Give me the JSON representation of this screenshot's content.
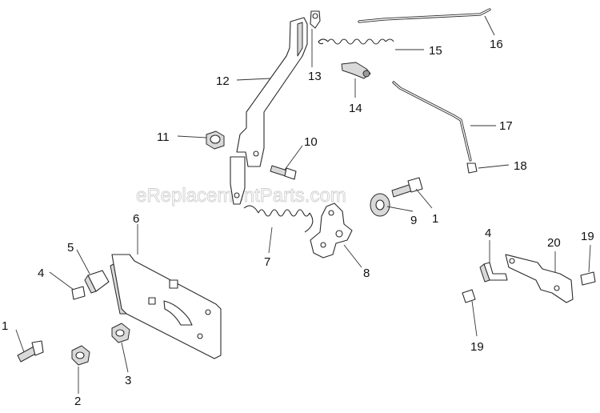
{
  "diagram": {
    "watermark": "eReplacementParts.com",
    "callouts": [
      "1",
      "2",
      "3",
      "4",
      "5",
      "6",
      "7",
      "8",
      "9",
      "10",
      "11",
      "12",
      "13",
      "14",
      "15",
      "16",
      "17",
      "18",
      "1",
      "19",
      "4",
      "20",
      "19"
    ],
    "parts": [
      "bolt",
      "nut",
      "nut",
      "bolt",
      "bracket",
      "mounting-plate",
      "spring",
      "lever",
      "washer",
      "bolt",
      "nut",
      "lever-arm",
      "clip",
      "clip",
      "spring",
      "rod",
      "rod",
      "clip",
      "bolt",
      "bolt",
      "bracket",
      "plate",
      "bolt"
    ]
  }
}
